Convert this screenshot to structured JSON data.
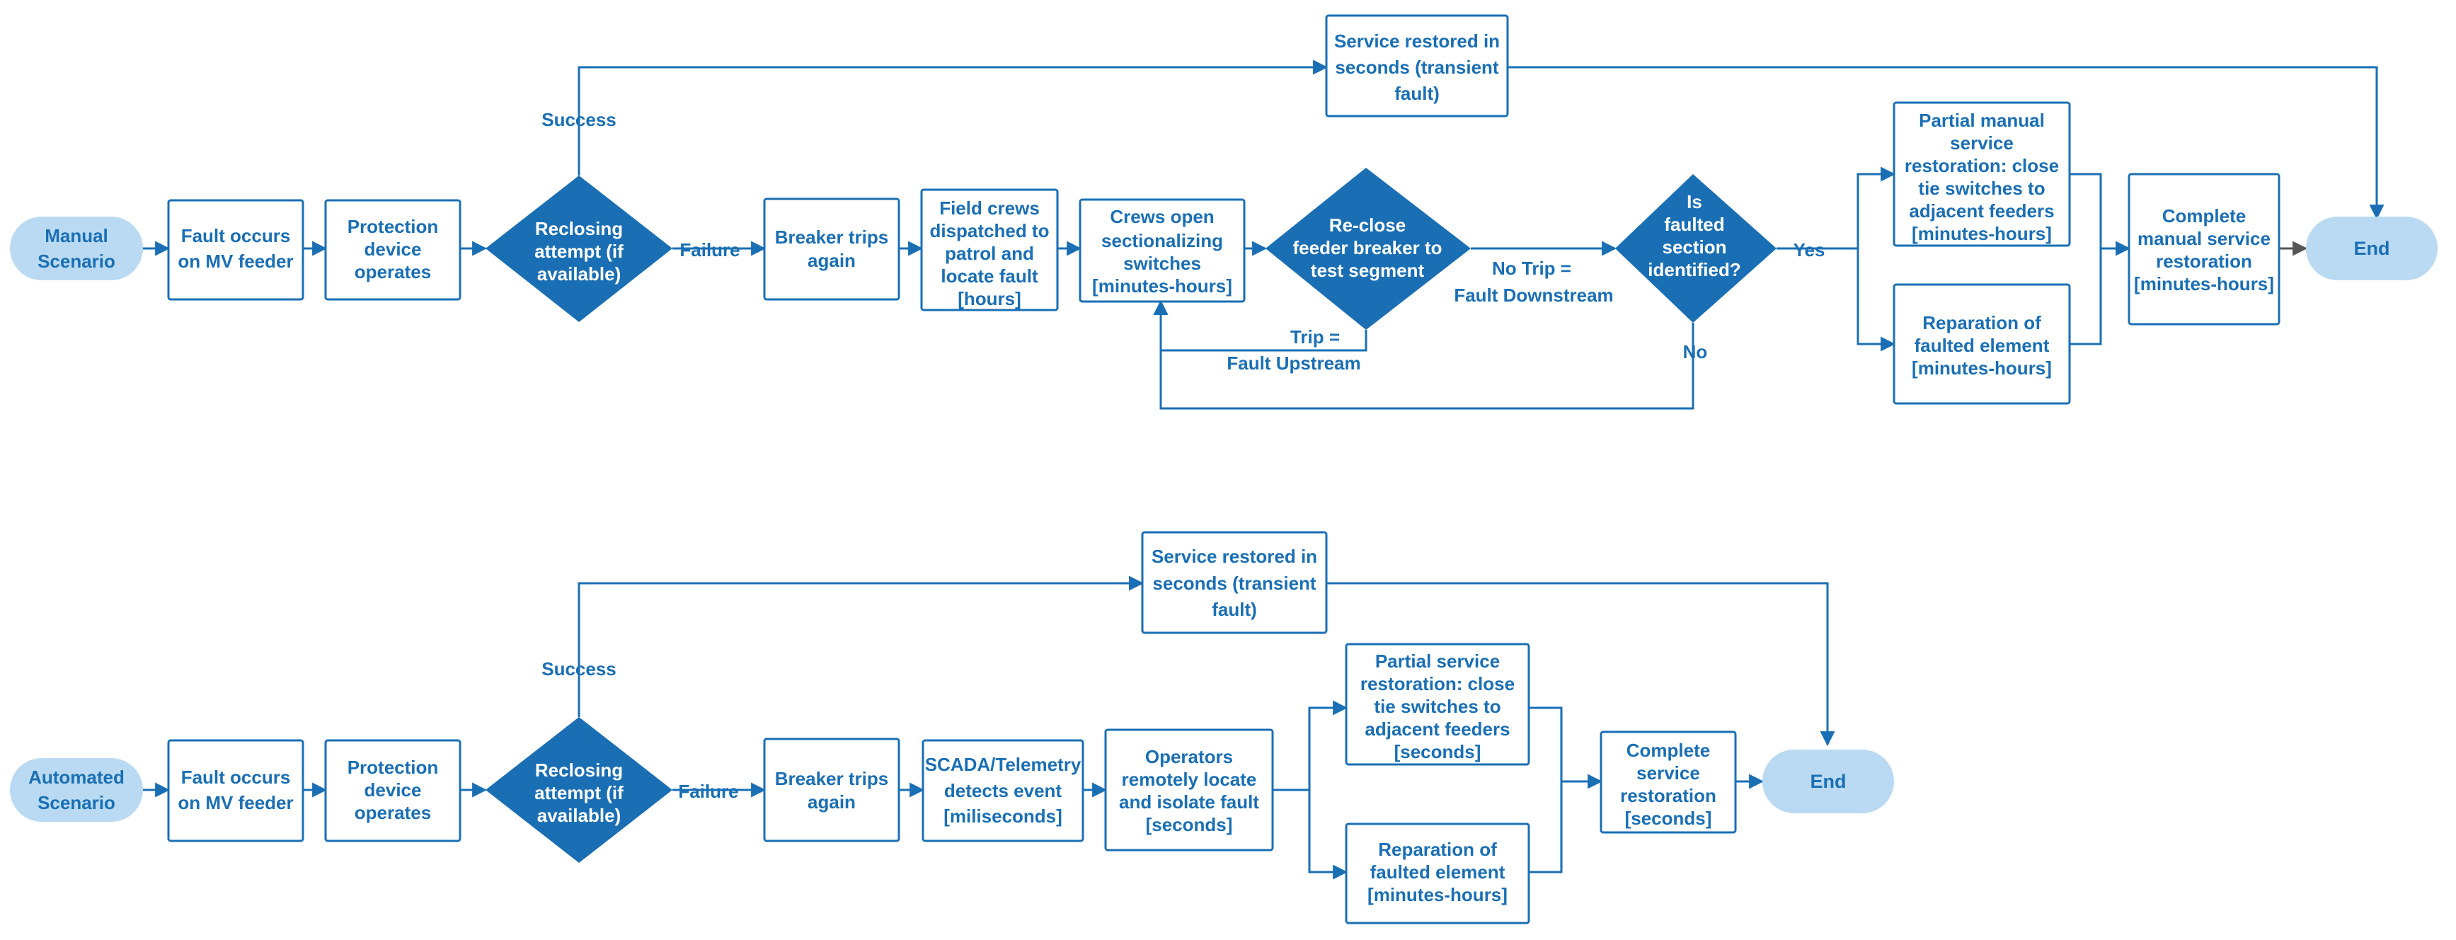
{
  "colors": {
    "primary": "#1A6FB4",
    "box_fill": "#FFFFFF",
    "pill_fill": "#B9DAF2",
    "diamond_text": "#FFFFFF",
    "end_arrow": "#555555"
  },
  "manual": {
    "start": [
      "Manual",
      "Scenario"
    ],
    "fault": [
      "Fault occurs",
      "on MV feeder"
    ],
    "protection": [
      "Protection",
      "device",
      "operates"
    ],
    "reclosing": [
      "Reclosing",
      "attempt (if",
      "available)"
    ],
    "success_label": "Success",
    "failure_label": "Failure",
    "restored": [
      "Service restored in",
      "seconds (transient",
      "fault)"
    ],
    "breaker": [
      "Breaker trips",
      "again"
    ],
    "crews_dispatched": [
      "Field crews",
      "dispatched to",
      "patrol and",
      "locate fault",
      "[hours]"
    ],
    "crews_open": [
      "Crews open",
      "sectionalizing",
      "switches",
      "[minutes-hours]"
    ],
    "reclose_feeder": [
      "Re-close",
      "feeder breaker to",
      "test segment"
    ],
    "trip_label": [
      "Trip =",
      "Fault Upstream"
    ],
    "notrip_label": [
      "No Trip =",
      "Fault Downstream"
    ],
    "identified": [
      "Is",
      "faulted",
      "section",
      "identified?"
    ],
    "yes_label": "Yes",
    "no_label": "No",
    "partial": [
      "Partial manual",
      "service",
      "restoration: close",
      "tie switches to",
      "adjacent feeders",
      "[minutes-hours]"
    ],
    "reparation": [
      "Reparation of",
      "faulted element",
      "[minutes-hours]"
    ],
    "complete": [
      "Complete",
      "manual service",
      "restoration",
      "[minutes-hours]"
    ],
    "end": "End"
  },
  "automated": {
    "start": [
      "Automated",
      "Scenario"
    ],
    "fault": [
      "Fault occurs",
      "on MV feeder"
    ],
    "protection": [
      "Protection",
      "device",
      "operates"
    ],
    "reclosing": [
      "Reclosing",
      "attempt (if",
      "available)"
    ],
    "success_label": "Success",
    "failure_label": "Failure",
    "restored": [
      "Service restored in",
      "seconds (transient",
      "fault)"
    ],
    "breaker": [
      "Breaker trips",
      "again"
    ],
    "scada": [
      "SCADA/Telemetry",
      "detects event",
      "[miliseconds]"
    ],
    "operators": [
      "Operators",
      "remotely locate",
      "and isolate fault",
      "[seconds]"
    ],
    "partial": [
      "Partial service",
      "restoration: close",
      "tie switches to",
      "adjacent feeders",
      "[seconds]"
    ],
    "reparation": [
      "Reparation of",
      "faulted element",
      "[minutes-hours]"
    ],
    "complete": [
      "Complete",
      "service",
      "restoration",
      "[seconds]"
    ],
    "end": "End"
  }
}
